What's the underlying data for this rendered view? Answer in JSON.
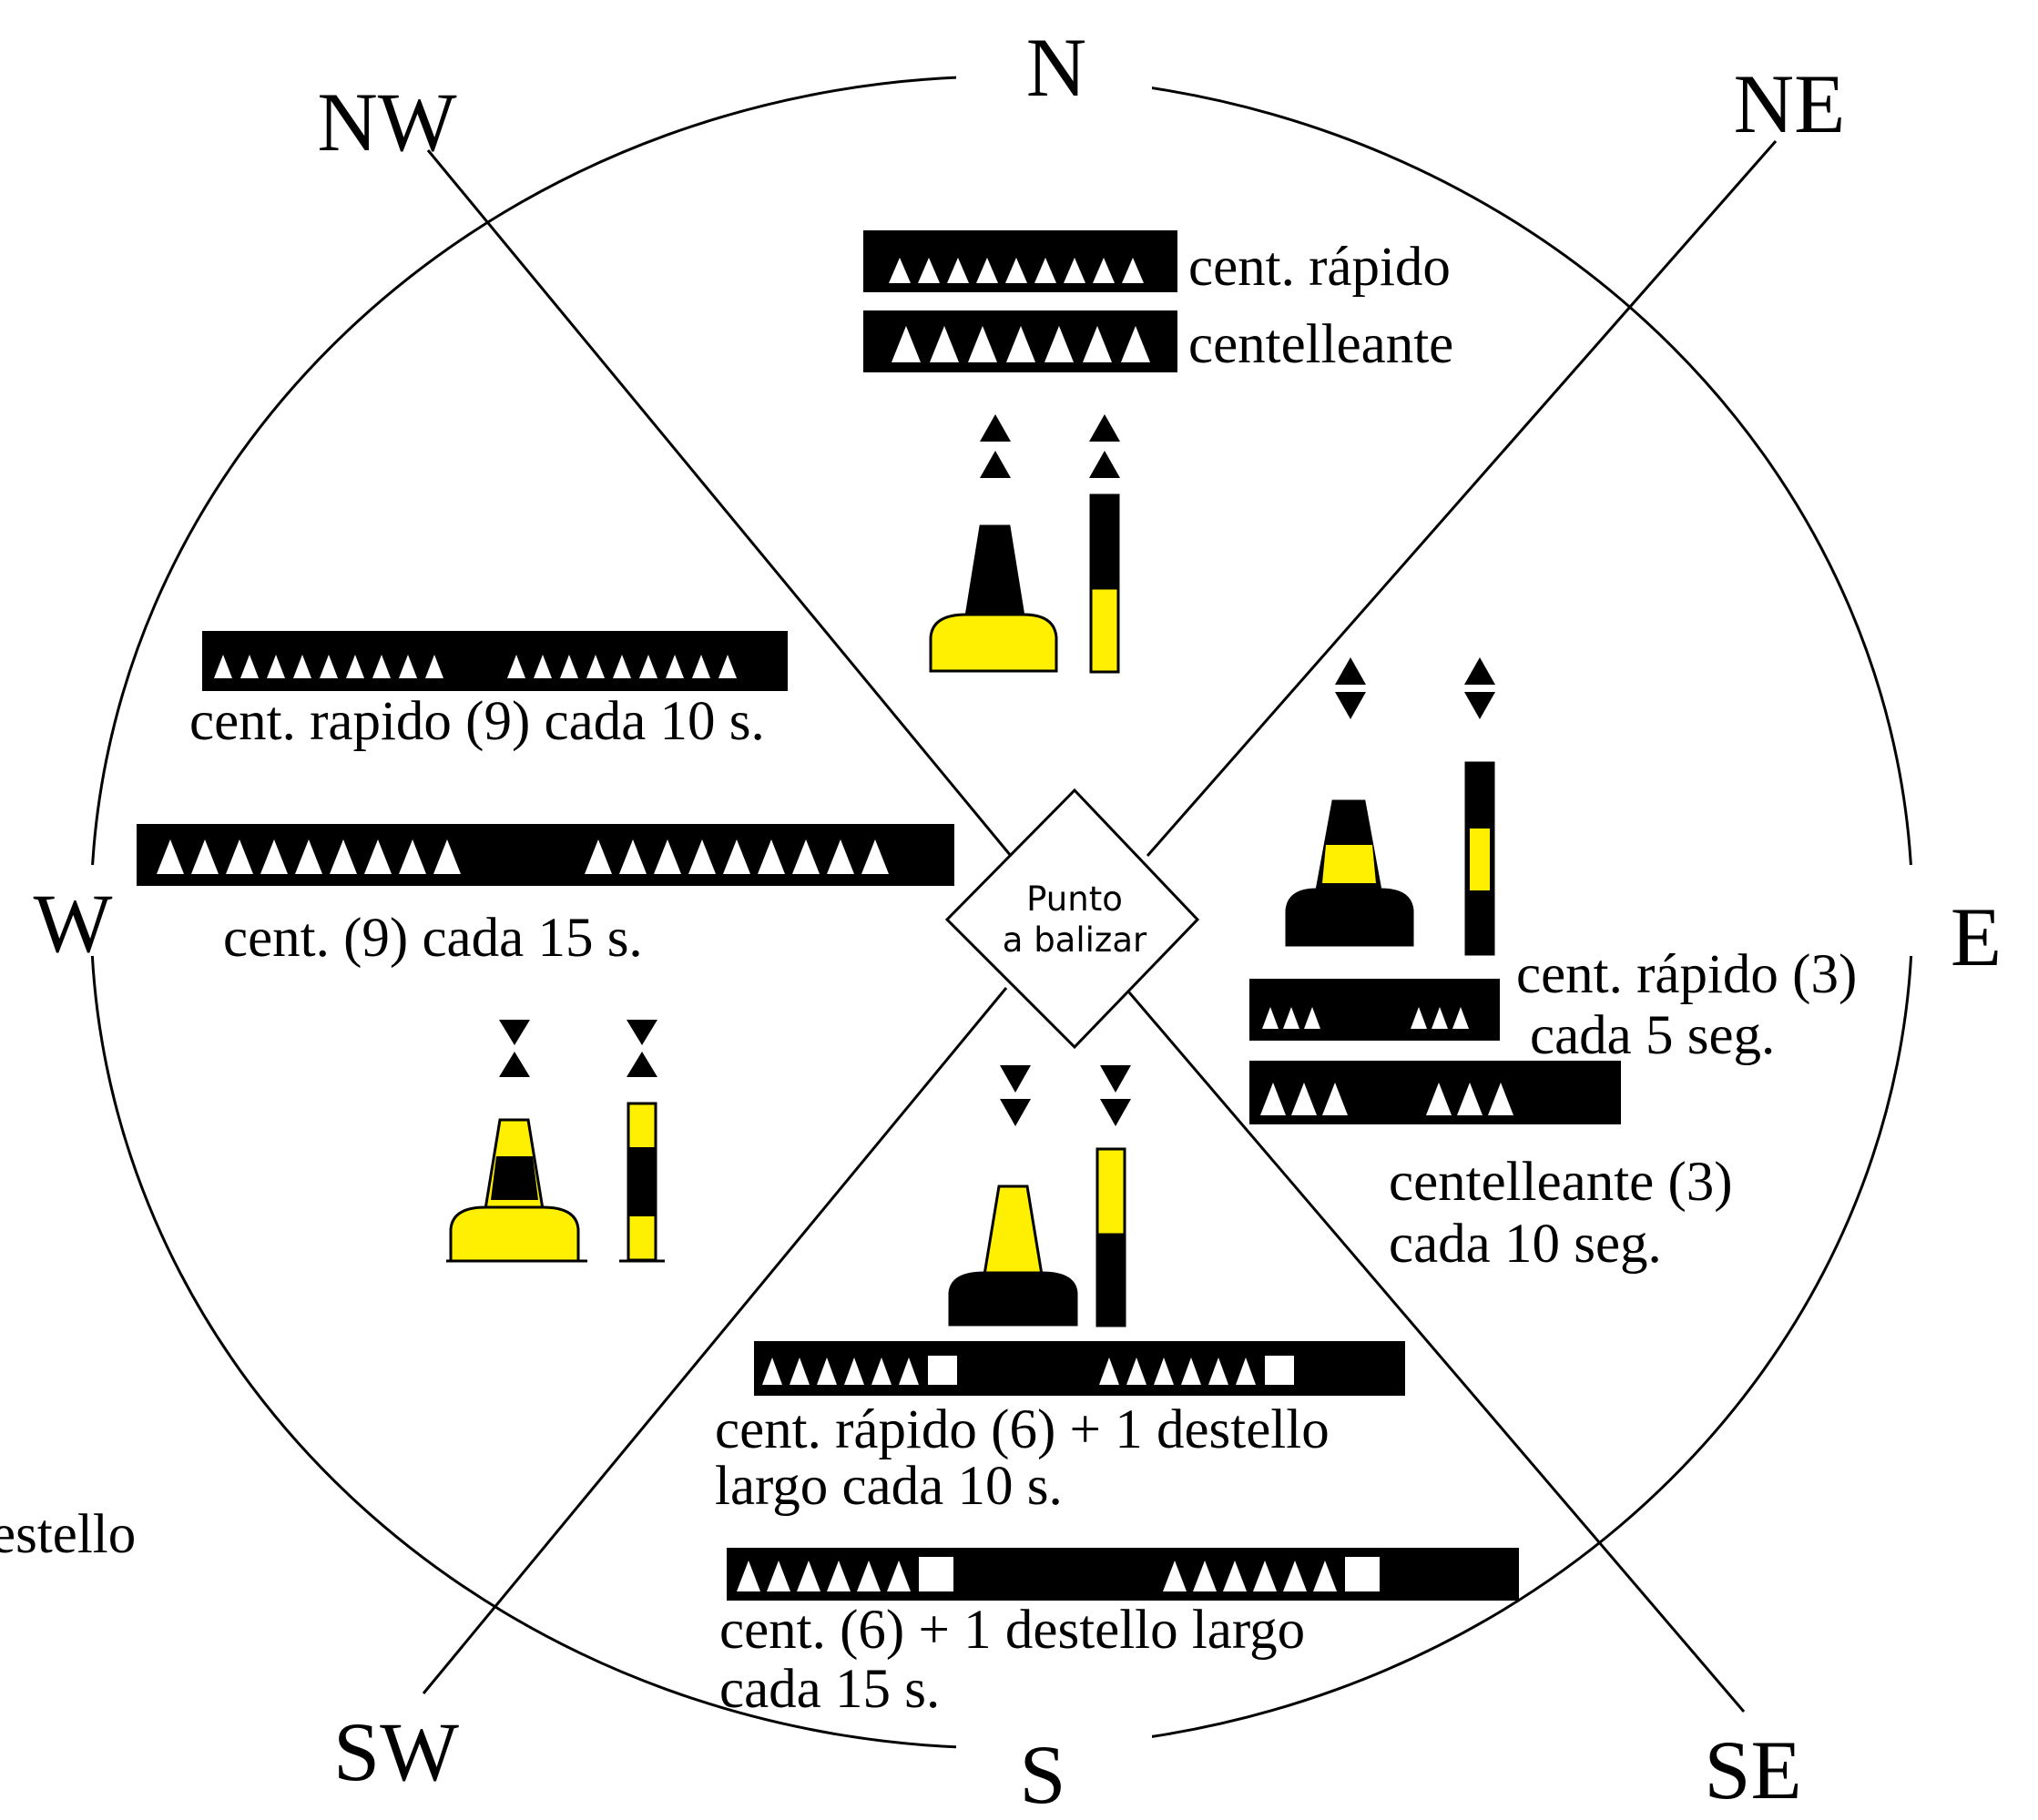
{
  "colors": {
    "yellow": "#ffef00",
    "black": "#000000",
    "white": "#ffffff"
  },
  "directions": {
    "n": "N",
    "ne": "NE",
    "e": "E",
    "se": "SE",
    "s": "S",
    "sw": "SW",
    "w": "W",
    "nw": "NW"
  },
  "center": {
    "line1": "Punto",
    "line2": "a balizar"
  },
  "north": {
    "topmark": "two cones pointing up",
    "body_colors": "black over yellow",
    "light_quick": {
      "label": "cent. rápido",
      "flashes": 9
    },
    "light_normal": {
      "label": "centelleante",
      "flashes": 7
    }
  },
  "east": {
    "topmark": "two cones base to base",
    "body_colors": "black with yellow band",
    "light_quick": {
      "label_line1": "cent. rápido (3)",
      "label_line2": "cada 5 seg.",
      "groups": [
        3,
        3
      ]
    },
    "light_normal": {
      "label_line1": "centelleante (3)",
      "label_line2": "cada 10 seg.",
      "groups": [
        3,
        3
      ]
    }
  },
  "south": {
    "topmark": "two cones pointing down",
    "body_colors": "yellow over black",
    "light_quick": {
      "label_line1": "cent. rápido (6) + 1 destello",
      "label_line2": "largo cada 10 s.",
      "groups": [
        6,
        6
      ],
      "long_flash": true
    },
    "light_normal": {
      "label_line1": "cent. (6) + 1 destello largo",
      "label_line2": "cada 15 s.",
      "groups": [
        6,
        6
      ],
      "long_flash": true
    }
  },
  "west": {
    "topmark": "two cones point to point",
    "body_colors": "yellow with black band",
    "light_quick": {
      "label": "cent. rapido (9) cada 10 s.",
      "groups": [
        9,
        9
      ]
    },
    "light_normal": {
      "label": "cent. (9) cada 15 s.",
      "groups": [
        9,
        9
      ]
    }
  },
  "fragment": "estello"
}
